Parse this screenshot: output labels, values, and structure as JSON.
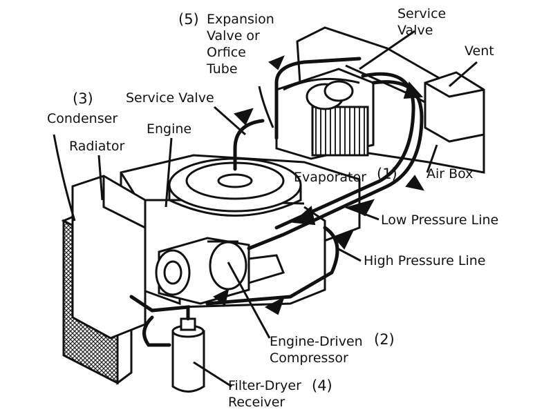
{
  "labels": {
    "expansion_number": "(5)",
    "expansion_valve": "Expansion\nValve or\nOrfice\nTube",
    "service_valve_top": "Service\nValve",
    "vent": "Vent",
    "condenser_number": "(3)",
    "condenser": "Condenser",
    "service_valve_left": "Service Valve",
    "engine": "Engine",
    "radiator": "Radiator",
    "evaporator": "Evaporator",
    "evaporator_number": "(1)",
    "air_box": "Air Box",
    "low_pressure_line": "Low Pressure Line",
    "high_pressure_line": "High Pressure Line",
    "compressor": "Engine-Driven\nCompressor",
    "compressor_number": "(2)",
    "filter_dryer": "Filter-Dryer\nReceiver",
    "filter_dryer_number": "(4)"
  },
  "colors": {
    "ink": "#111111",
    "paper": "#ffffff",
    "shade": "#dcdcdc"
  }
}
